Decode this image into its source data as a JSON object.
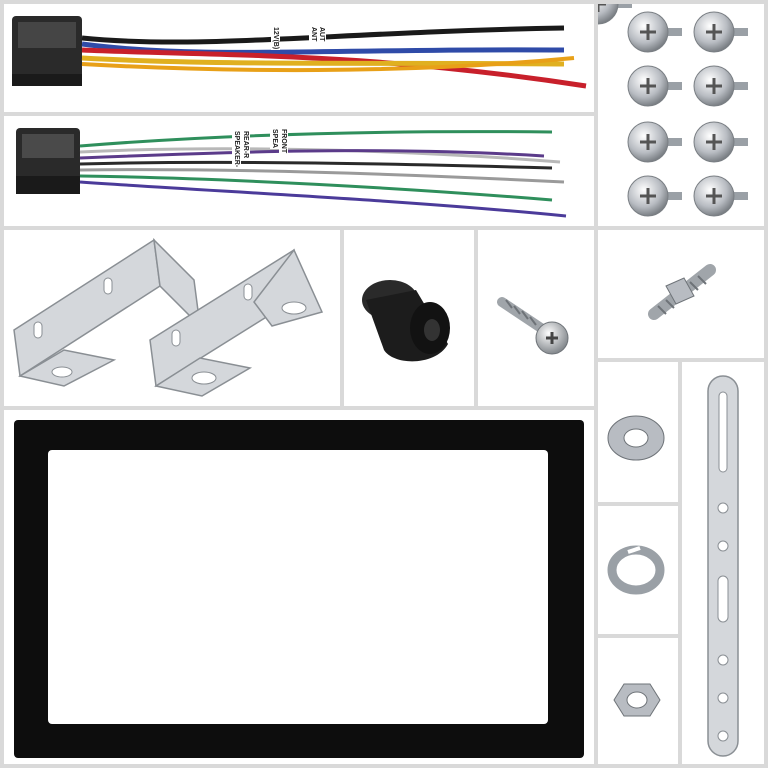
{
  "image": {
    "description_items": [
      "iso-power-harness",
      "iso-speaker-harness",
      "mounting-brackets",
      "rubber-bushing",
      "tapping-screw",
      "mounting-bolt",
      "mounting-screws",
      "trim-frame",
      "flat-washer",
      "spring-washer",
      "hex-nut",
      "perforated-strap"
    ],
    "labels": {
      "power_label_1": "12V(B)",
      "power_label_2": "AUT",
      "power_label_3": "ANT",
      "speaker_label_1": "REAR-R",
      "speaker_label_2": "SPEAKER-",
      "speaker_label_3": "FRONT",
      "speaker_label_4": "SPEA"
    },
    "colors": {
      "background": "#d9d9d9",
      "panel": "#ffffff",
      "frame": "#0d0d0d",
      "metal": "#c9ccd0",
      "rubber": "#1c1c1c"
    }
  }
}
